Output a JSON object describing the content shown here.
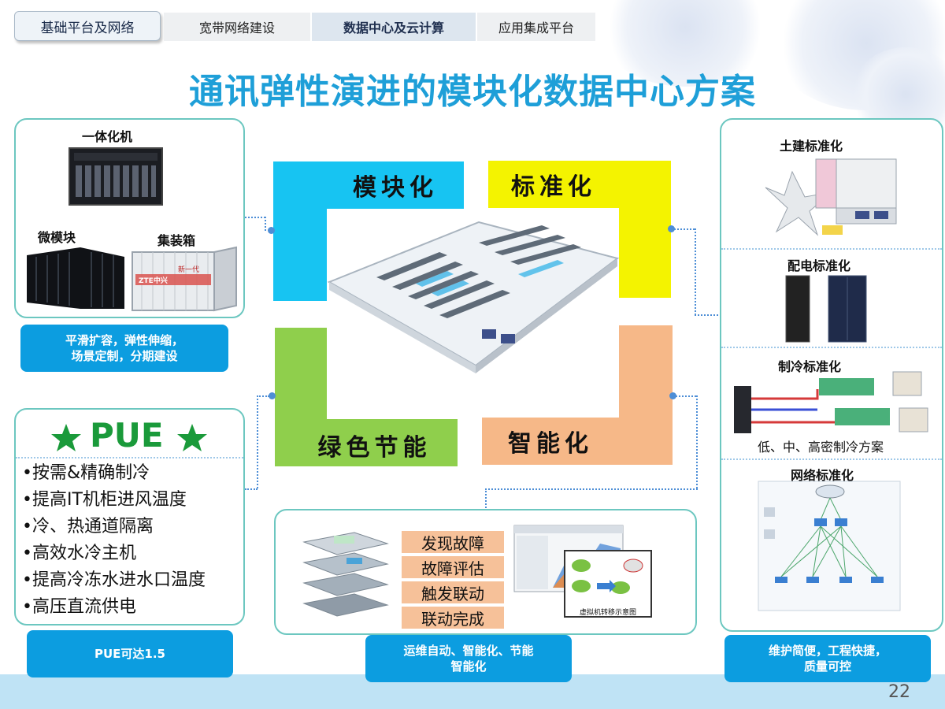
{
  "header": {
    "section": "基础平台及网络",
    "tabs": [
      {
        "label": "宽带网络建设"
      },
      {
        "label": "数据中心及云计算"
      },
      {
        "label": "应用集成平台"
      }
    ]
  },
  "title": "通讯弹性演进的模块化数据中心方案",
  "left_top": {
    "items": [
      "一体化机",
      "微模块",
      "集装箱"
    ],
    "container_text": "新一代",
    "container_brand": "ZTE中兴",
    "label": "平滑扩容，弹性伸缩，\n场景定制，分期建设"
  },
  "pue": {
    "heading": "PUE",
    "items": [
      "•按需&精确制冷",
      "•提高IT机柜进风温度",
      "•冷、热通道隔离",
      "•高效水冷主机",
      "•提高冷冻水进水口温度",
      "•高压直流供电"
    ],
    "label": "PUE可达1.5"
  },
  "center": {
    "blocks": {
      "modular": "模块化",
      "standard": "标准化",
      "green": "绿色节能",
      "smart": "智能化"
    }
  },
  "ops": {
    "steps": [
      "发现故障",
      "故障评估",
      "触发联动",
      "联动完成"
    ],
    "vm_caption": "虚拟机转移示意图",
    "label": "运维自动、智能化、节能\n智能化"
  },
  "right": {
    "sections": [
      "土建标准化",
      "配电标准化",
      "制冷标准化",
      "网络标准化"
    ],
    "cooling_note": "低、中、高密制冷方案",
    "label": "维护简便，工程快捷，\n质量可控"
  },
  "page_number": "22",
  "colors": {
    "title": "#1e9fd8",
    "label_blue": "#0c9de0",
    "block_cyan": "#17c4f2",
    "block_yellow": "#f4f300",
    "block_green": "#8fcf4c",
    "block_orange": "#f6b888",
    "pue_green": "#1a9a3a"
  }
}
